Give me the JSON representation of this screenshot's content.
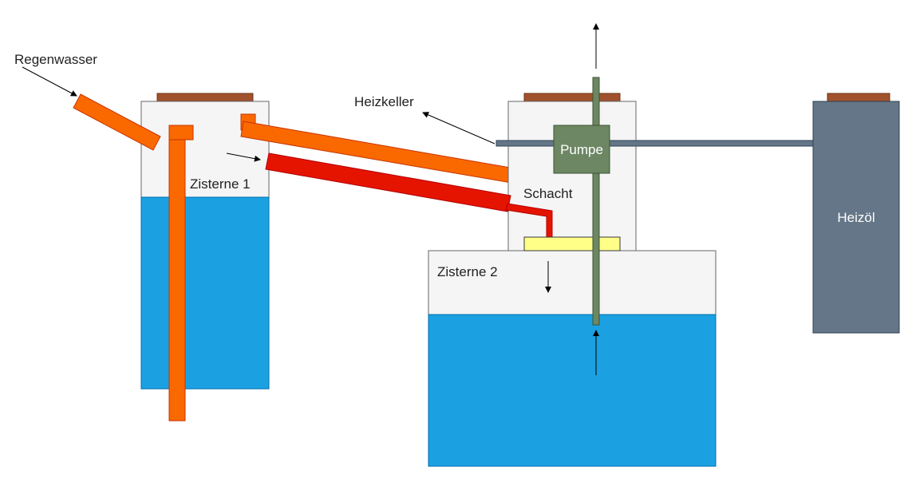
{
  "labels": {
    "rainwater": "Regenwasser",
    "heating_cellar": "Heizkeller",
    "cistern1": "Zisterne 1",
    "shaft": "Schacht",
    "pump": "Pumpe",
    "cistern2": "Zisterne 2",
    "oil_tank": "Heizöl"
  },
  "colors": {
    "tank_body": "#f5f5f5",
    "tank_outline": "#666666",
    "water": "#1ba1e2",
    "lid": "#a0522d",
    "orange_pipe": "#fa6800",
    "orange_outline": "#c73500",
    "red_pipe": "#e51400",
    "red_outline": "#b20000",
    "pump": "#6d8764",
    "pump_outline": "#3a5431",
    "riser_pipe": "#6d8764",
    "horizontal_pipe": "#647687",
    "oil_tank": "#647687",
    "oil_outline": "#314354",
    "filter_plate": "#ffff88",
    "filter_outline": "#36393d",
    "arrow": "#000000"
  }
}
